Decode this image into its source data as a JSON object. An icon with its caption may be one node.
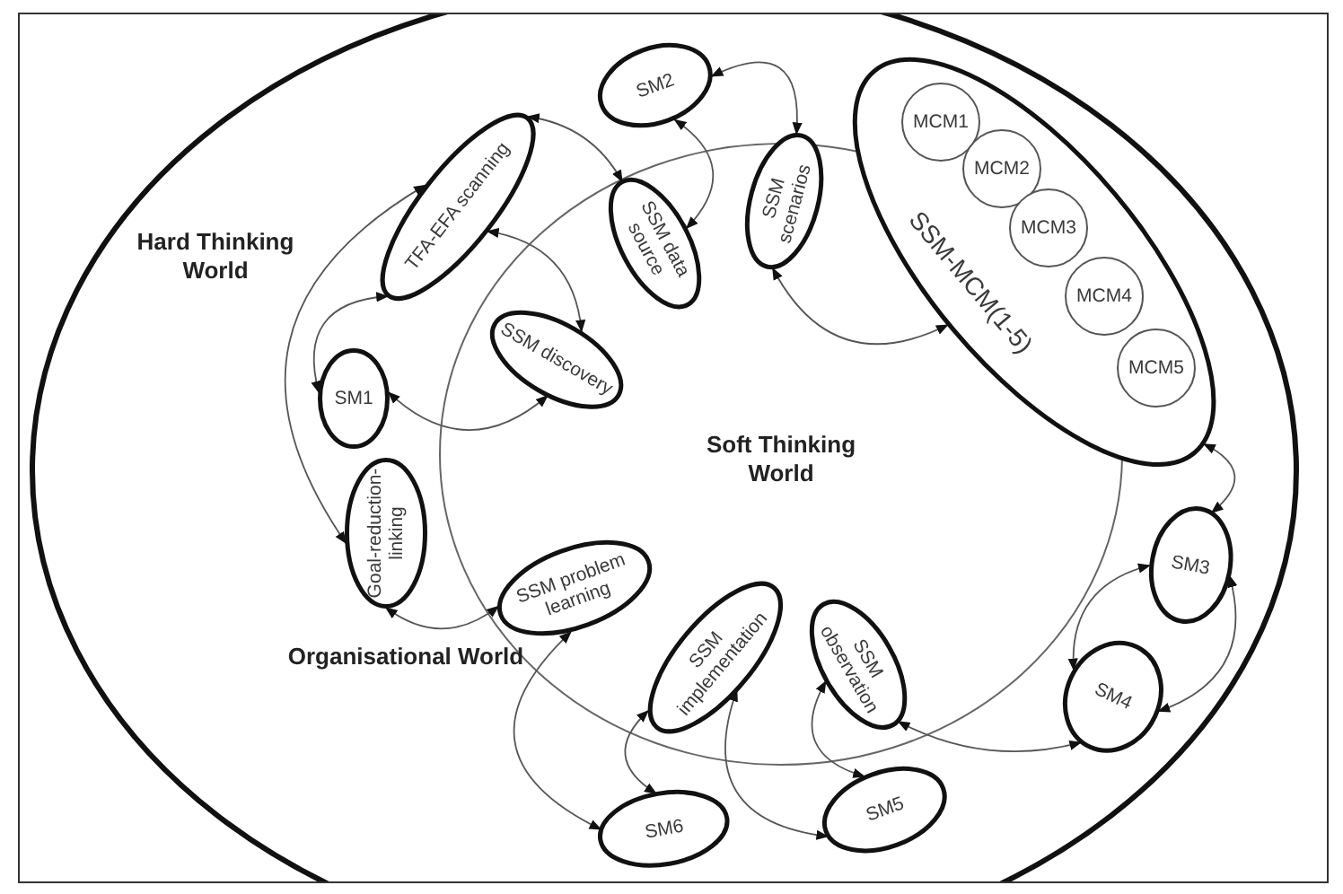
{
  "diagram": {
    "nodes": [
      {
        "text": [
          "SM2"
        ]
      },
      {
        "text": [
          "TFA-EFA scanning"
        ]
      },
      {
        "text": [
          "SSM data source"
        ]
      },
      {
        "text": [
          "SSM scenarios"
        ]
      },
      {
        "text": [
          "SSM-MCM(1-5)"
        ]
      },
      {
        "text": [
          "MCM1"
        ],
        "in": 4
      },
      {
        "text": [
          "MCM2"
        ],
        "in": 4
      },
      {
        "text": [
          "MCM3"
        ],
        "in": 4
      },
      {
        "text": [
          "MCM4"
        ],
        "in": 4
      },
      {
        "text": [
          "MCM5"
        ],
        "in": 4
      },
      {
        "text": [
          "SSM discovery"
        ]
      },
      {
        "text": [
          "SM1"
        ]
      },
      {
        "text": [
          "Goal-reduction-linking"
        ]
      },
      {
        "text": [
          "SSM problem learning"
        ]
      },
      {
        "text": [
          "SSM implementation"
        ]
      },
      {
        "text": [
          "SSM observation"
        ]
      },
      {
        "text": [
          "SM3"
        ]
      },
      {
        "text": [
          "SM4"
        ]
      },
      {
        "text": [
          "SM5"
        ]
      },
      {
        "text": [
          "SM6"
        ]
      }
    ],
    "edges": [
      {
        "from": 1,
        "to": 2,
        "arrow": "both"
      },
      {
        "from": 0,
        "to": 2,
        "arrow": "both"
      },
      {
        "from": 0,
        "to": 3,
        "arrow": "both"
      },
      {
        "from": 3,
        "to": 4,
        "arrow": "both"
      },
      {
        "from": 1,
        "to": 10,
        "arrow": "both"
      },
      {
        "from": 1,
        "to": 11,
        "arrow": "both"
      },
      {
        "from": 11,
        "to": 10,
        "arrow": "both"
      },
      {
        "from": 1,
        "to": 12,
        "arrow": "both"
      },
      {
        "from": 12,
        "to": 13,
        "arrow": "both"
      },
      {
        "from": 13,
        "to": 19,
        "arrow": "both"
      },
      {
        "from": 14,
        "to": 19,
        "arrow": "both"
      },
      {
        "from": 14,
        "to": 18,
        "arrow": "both"
      },
      {
        "from": 15,
        "to": 18,
        "arrow": "both"
      },
      {
        "from": 15,
        "to": 17,
        "arrow": "both"
      },
      {
        "from": 4,
        "to": 16,
        "arrow": "both"
      },
      {
        "from": 16,
        "to": 17,
        "arrow": "both"
      },
      {
        "from": 16,
        "to": 17,
        "arrow": "both"
      }
    ],
    "labels": [
      "Hard Thinking World",
      "Soft Thinking World",
      "Organisational World"
    ]
  }
}
